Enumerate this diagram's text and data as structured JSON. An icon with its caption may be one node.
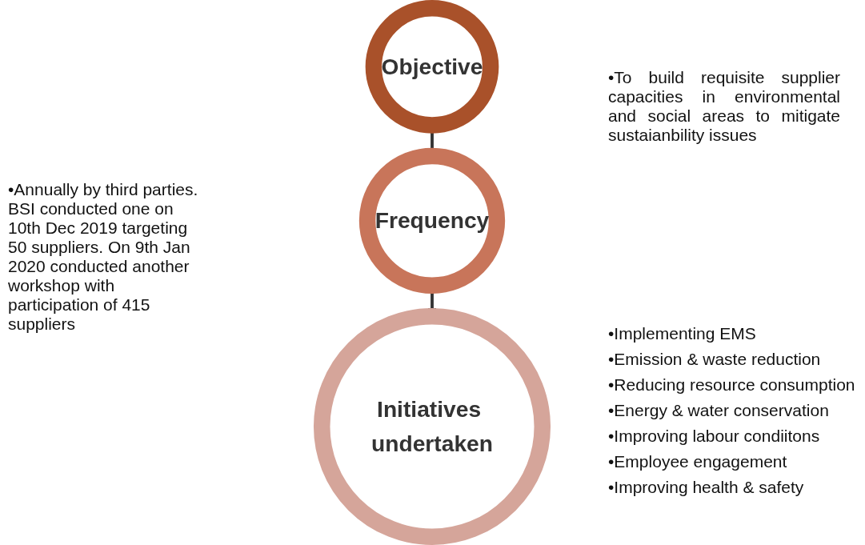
{
  "diagram": {
    "nodes": [
      {
        "text": [
          "Objective"
        ]
      },
      {
        "text": [
          "Frequency"
        ]
      },
      {
        "text": [
          "Initiatives undertaken"
        ]
      }
    ],
    "edges": [
      {
        "from": 0,
        "to": 1,
        "arrow": "to"
      },
      {
        "from": 1,
        "to": 2,
        "arrow": "to"
      }
    ],
    "labels": [
      "•To build requisite supplier capacities in environmental and social areas to mitigate sustaianbility issues",
      "•Annually by third parties. BSI conducted one on 10th Dec 2019 targeting 50 suppliers. On 9th Jan 2020 conducted another workshop with participation of 415 suppliers",
      "•Implementing EMS",
      "•Emission & waste reduction",
      "•Reducing resource consumption",
      "•Energy & water conservation",
      "•Improving labour condiitons",
      "•Employee engagement",
      "•Improving health & safety"
    ]
  }
}
